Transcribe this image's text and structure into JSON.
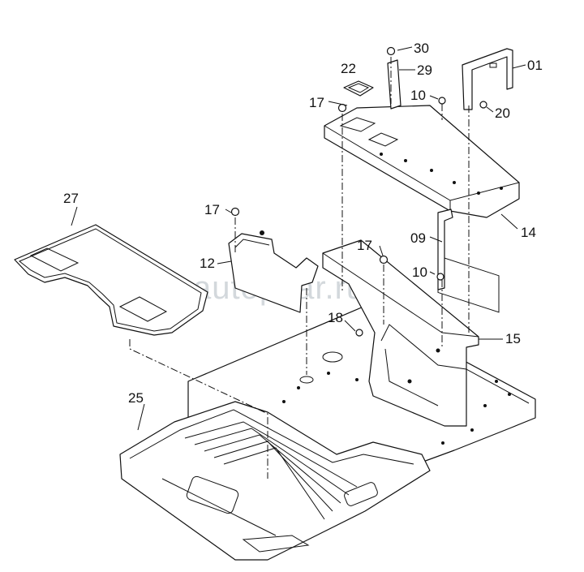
{
  "watermark": {
    "text": "autopitar.ru"
  },
  "callouts": {
    "p30": "30",
    "p22": "22",
    "p29": "29",
    "p01": "01",
    "p17a": "17",
    "p10a": "10",
    "p20": "20",
    "p14": "14",
    "p27": "27",
    "p17b": "17",
    "p12": "12",
    "p09": "09",
    "p17c": "17",
    "p10b": "10",
    "p18": "18",
    "p15": "15",
    "p25": "25"
  },
  "icons": {
    "watermark_logo": "autopitar-logo-icon"
  }
}
